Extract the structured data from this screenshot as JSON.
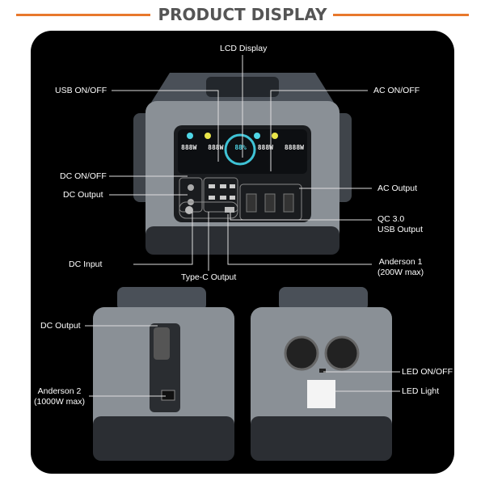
{
  "header": {
    "title": "PRODUCT DISPLAY",
    "accent": "#e8782c"
  },
  "lcd": {
    "left1": "888W",
    "left2": "888W",
    "center": "88%",
    "right1": "888W",
    "right2": "8888W"
  },
  "labels": {
    "lcd_display": "LCD Display",
    "usb_onoff": "USB ON/OFF",
    "ac_onoff": "AC ON/OFF",
    "dc_onoff": "DC ON/OFF",
    "dc_output": "DC Output",
    "ac_output": "AC Output",
    "qc_line1": "QC 3.0",
    "qc_line2": "USB Output",
    "dc_input": "DC Input",
    "typec_output": "Type-C Output",
    "anderson1_line1": "Anderson 1",
    "anderson1_line2": "(200W max)",
    "dc_output_back": "DC Output",
    "anderson2_line1": "Anderson 2",
    "anderson2_line2": "(1000W max)",
    "led_onoff": "LED ON/OFF",
    "led_light": "LED Light"
  }
}
